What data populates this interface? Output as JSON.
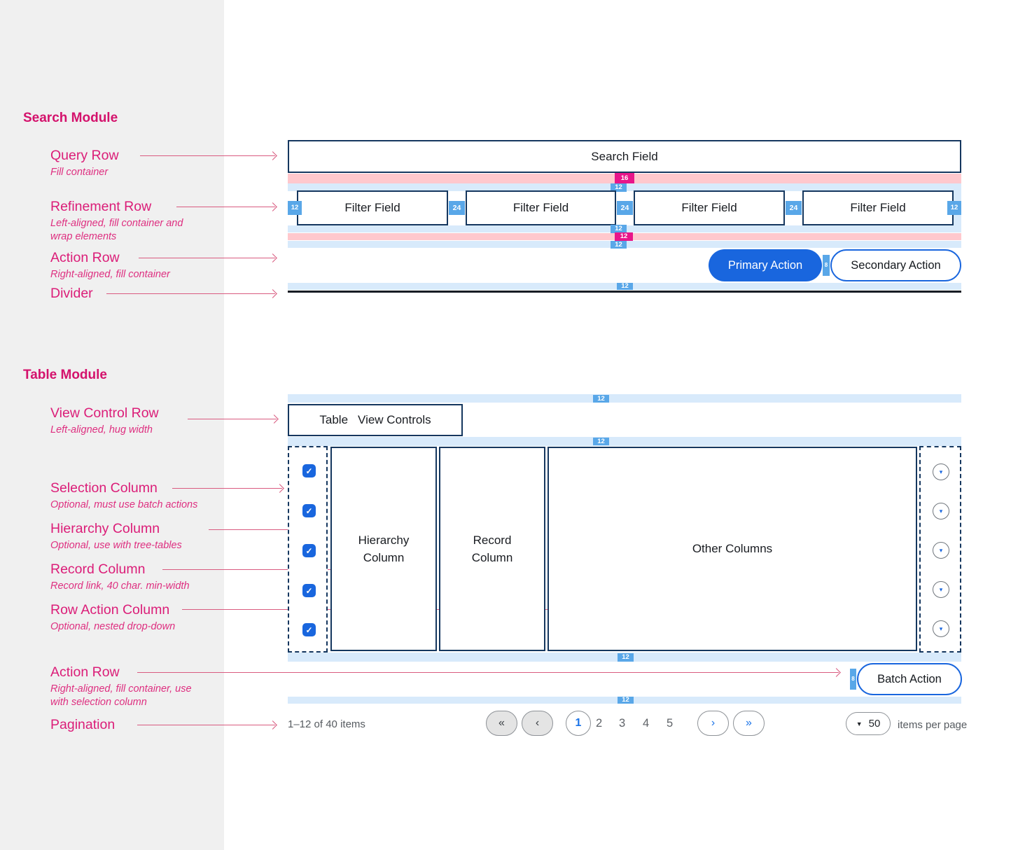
{
  "tokens": {
    "s16": "16",
    "s12": "12",
    "s24": "24",
    "s8": "8"
  },
  "colors": {
    "accent_pink": "#db1d78",
    "arrow_pink": "#d95b80",
    "badge_magenta": "#e8158a",
    "badge_blue": "#59a7e8",
    "band_pink": "#ffc8cd",
    "band_blue": "#d8eafb",
    "navy_border": "#15375f",
    "primary_blue": "#1966de",
    "sidebar_gray": "#f0f0f0"
  },
  "sidebar": {
    "search_section_title": "Search Module",
    "table_section_title": "Table Module",
    "annotations": {
      "query_row": {
        "title": "Query Row",
        "desc": "Fill container"
      },
      "refinement_row": {
        "title": "Refinement Row",
        "desc": "Left-aligned, fill container and wrap elements"
      },
      "action_row_search": {
        "title": "Action Row",
        "desc": "Right-aligned, fill container"
      },
      "divider": {
        "title": "Divider"
      },
      "view_control_row": {
        "title": "View Control Row",
        "desc": "Left-aligned, hug width"
      },
      "selection_column": {
        "title": "Selection Column",
        "desc": "Optional, must use batch actions"
      },
      "hierarchy_column": {
        "title": "Hierarchy Column",
        "desc": "Optional, use with tree-tables"
      },
      "record_column": {
        "title": "Record Column",
        "desc": "Record link, 40 char. min-width"
      },
      "row_action_column": {
        "title": "Row Action Column",
        "desc": "Optional, nested drop-down"
      },
      "action_row_table": {
        "title": "Action Row",
        "desc": "Right-aligned, fill container, use with selection column"
      },
      "pagination": {
        "title": "Pagination"
      }
    }
  },
  "search": {
    "field_label": "Search Field",
    "filters": [
      {
        "label": "Filter Field"
      },
      {
        "label": "Filter Field"
      },
      {
        "label": "Filter Field"
      },
      {
        "label": "Filter Field"
      }
    ],
    "primary_action": "Primary Action",
    "secondary_action": "Secondary Action"
  },
  "table": {
    "view_controls_table": "Table",
    "view_controls_view": "View Controls",
    "hierarchy_column": "Hierarchy Column",
    "record_column": "Record Column",
    "other_columns": "Other Columns",
    "batch_action": "Batch Action",
    "checkbox_glyph": "✓",
    "row_action_glyph": "▾"
  },
  "pagination": {
    "range": "1–12 of 40 items",
    "first": "«",
    "prev": "‹",
    "next": "›",
    "last": "»",
    "pages": [
      "1",
      "2",
      "3",
      "4",
      "5"
    ],
    "per_page": "50",
    "caret": "▼",
    "suffix": "items per page"
  }
}
